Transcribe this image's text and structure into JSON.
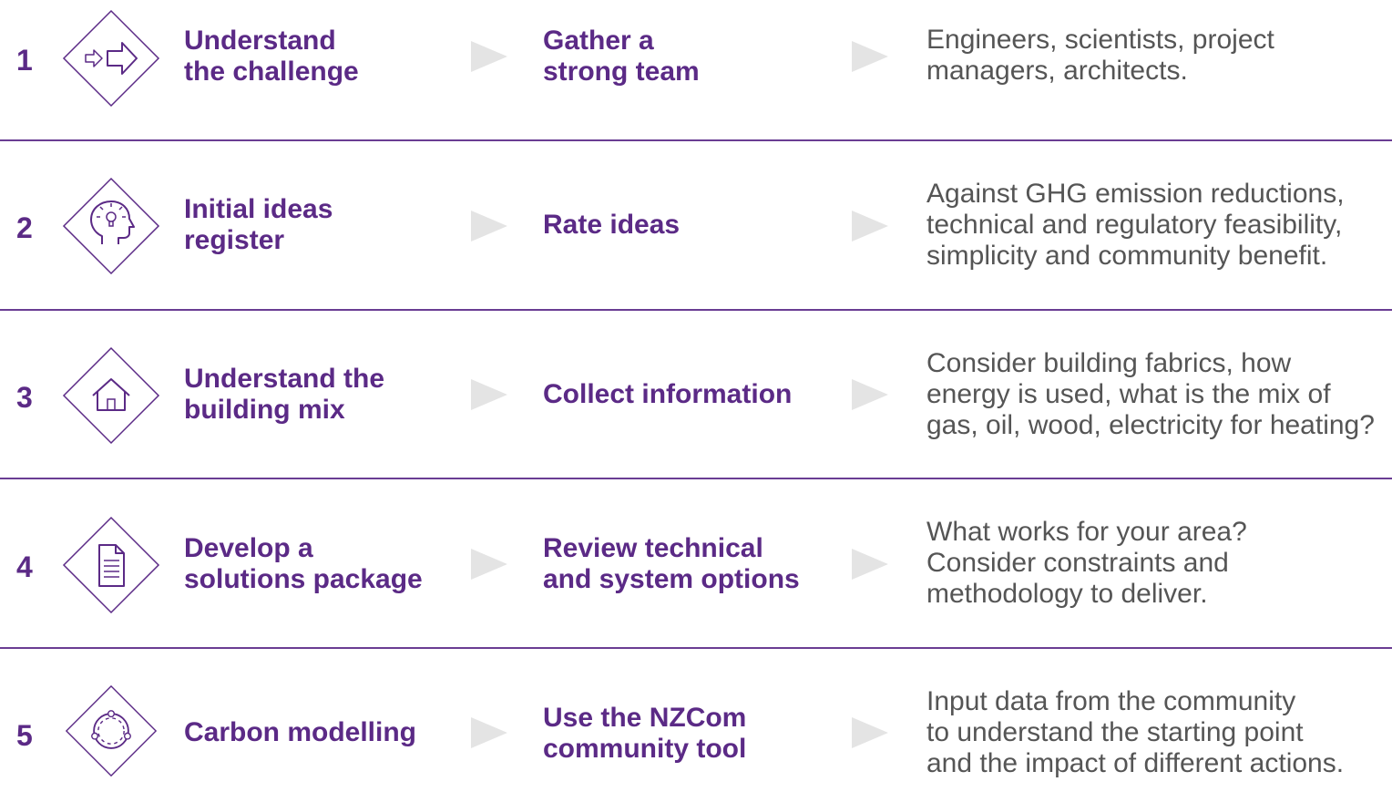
{
  "colors": {
    "accent": "#5b2a86",
    "divider": "#6a3d93",
    "arrow": "#e4e4e4",
    "body_text": "#555555"
  },
  "steps": [
    {
      "number": "1",
      "icon": "double-arrow-icon",
      "stage": "Understand\nthe challenge",
      "action": "Gather a\nstrong team",
      "description": "Engineers, scientists, project\nmanagers, architects."
    },
    {
      "number": "2",
      "icon": "lightbulb-head-icon",
      "stage": "Initial ideas\nregister",
      "action": "Rate ideas",
      "description": "Against GHG emission reductions,\ntechnical and regulatory feasibility,\nsimplicity and community benefit."
    },
    {
      "number": "3",
      "icon": "house-icon",
      "stage": "Understand the\nbuilding mix",
      "action": "Collect information",
      "description": "Consider building fabrics, how\nenergy is used, what is the mix of\ngas, oil, wood, electricity for heating?"
    },
    {
      "number": "4",
      "icon": "document-icon",
      "stage": "Develop a\nsolutions package",
      "action": "Review technical\nand system options",
      "description": "What works for your area?\nConsider constraints and\nmethodology to deliver."
    },
    {
      "number": "5",
      "icon": "network-circle-icon",
      "stage": "Carbon modelling",
      "action": "Use the NZCom\ncommunity tool",
      "description": "Input data from the community\nto understand the starting point\nand the impact of different actions."
    }
  ]
}
